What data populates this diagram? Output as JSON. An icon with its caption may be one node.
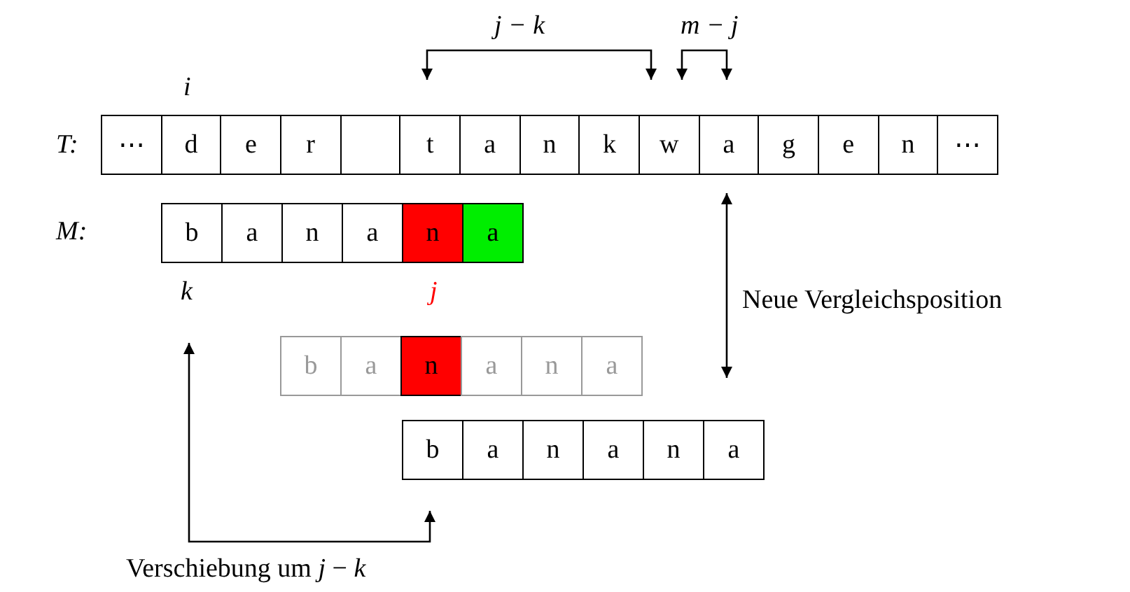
{
  "diagram": {
    "nodes": [
      {
        "text": [
          "⋯"
        ]
      },
      {
        "text": [
          "d"
        ]
      },
      {
        "text": [
          "e"
        ]
      },
      {
        "text": [
          "r"
        ]
      },
      {
        "text": [],
        "shape": "box"
      },
      {
        "text": [
          "t"
        ]
      },
      {
        "text": [
          "a"
        ]
      },
      {
        "text": [
          "n"
        ]
      },
      {
        "text": [
          "k"
        ]
      },
      {
        "text": [
          "w"
        ]
      },
      {
        "text": [
          "a"
        ]
      },
      {
        "text": [
          "g"
        ]
      },
      {
        "text": [
          "e"
        ]
      },
      {
        "text": [
          "n"
        ]
      },
      {
        "text": [
          "⋯"
        ]
      },
      {
        "text": [
          "b"
        ]
      },
      {
        "text": [
          "a"
        ]
      },
      {
        "text": [
          "n"
        ]
      },
      {
        "text": [
          "a"
        ]
      },
      {
        "text": [
          "n"
        ]
      },
      {
        "text": [
          "a"
        ]
      },
      {
        "text": [
          "b"
        ]
      },
      {
        "text": [
          "a"
        ]
      },
      {
        "text": [
          "n"
        ]
      },
      {
        "text": [
          "a"
        ]
      },
      {
        "text": [
          "n"
        ]
      },
      {
        "text": [
          "a"
        ]
      },
      {
        "text": [
          "b"
        ]
      },
      {
        "text": [
          "a"
        ]
      },
      {
        "text": [
          "n"
        ]
      },
      {
        "text": [
          "a"
        ]
      },
      {
        "text": [
          "n"
        ]
      },
      {
        "text": [
          "a"
        ]
      }
    ],
    "edges": [],
    "labels": [
      "j − k",
      "m − j",
      "i",
      "T:",
      "M:",
      "k",
      "j",
      "Neue Vergleichsposition",
      "Verschiebung um *j* − *k*"
    ]
  }
}
